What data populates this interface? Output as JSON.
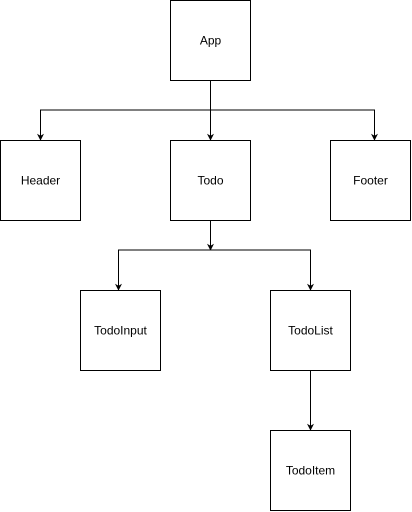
{
  "diagram": {
    "type": "tree",
    "stroke_color": "#000000",
    "fill_color": "#ffffff",
    "nodes": [
      {
        "id": "app",
        "label": "App"
      },
      {
        "id": "header",
        "label": "Header"
      },
      {
        "id": "todo",
        "label": "Todo"
      },
      {
        "id": "footer",
        "label": "Footer"
      },
      {
        "id": "todoinput",
        "label": "TodoInput"
      },
      {
        "id": "todolist",
        "label": "TodoList"
      },
      {
        "id": "todoitem",
        "label": "TodoItem"
      }
    ],
    "edges": [
      {
        "from": "app",
        "to": "header"
      },
      {
        "from": "app",
        "to": "todo"
      },
      {
        "from": "app",
        "to": "footer"
      },
      {
        "from": "todo",
        "to": "todoinput"
      },
      {
        "from": "todo",
        "to": "todolist"
      },
      {
        "from": "todolist",
        "to": "todoitem"
      }
    ]
  }
}
